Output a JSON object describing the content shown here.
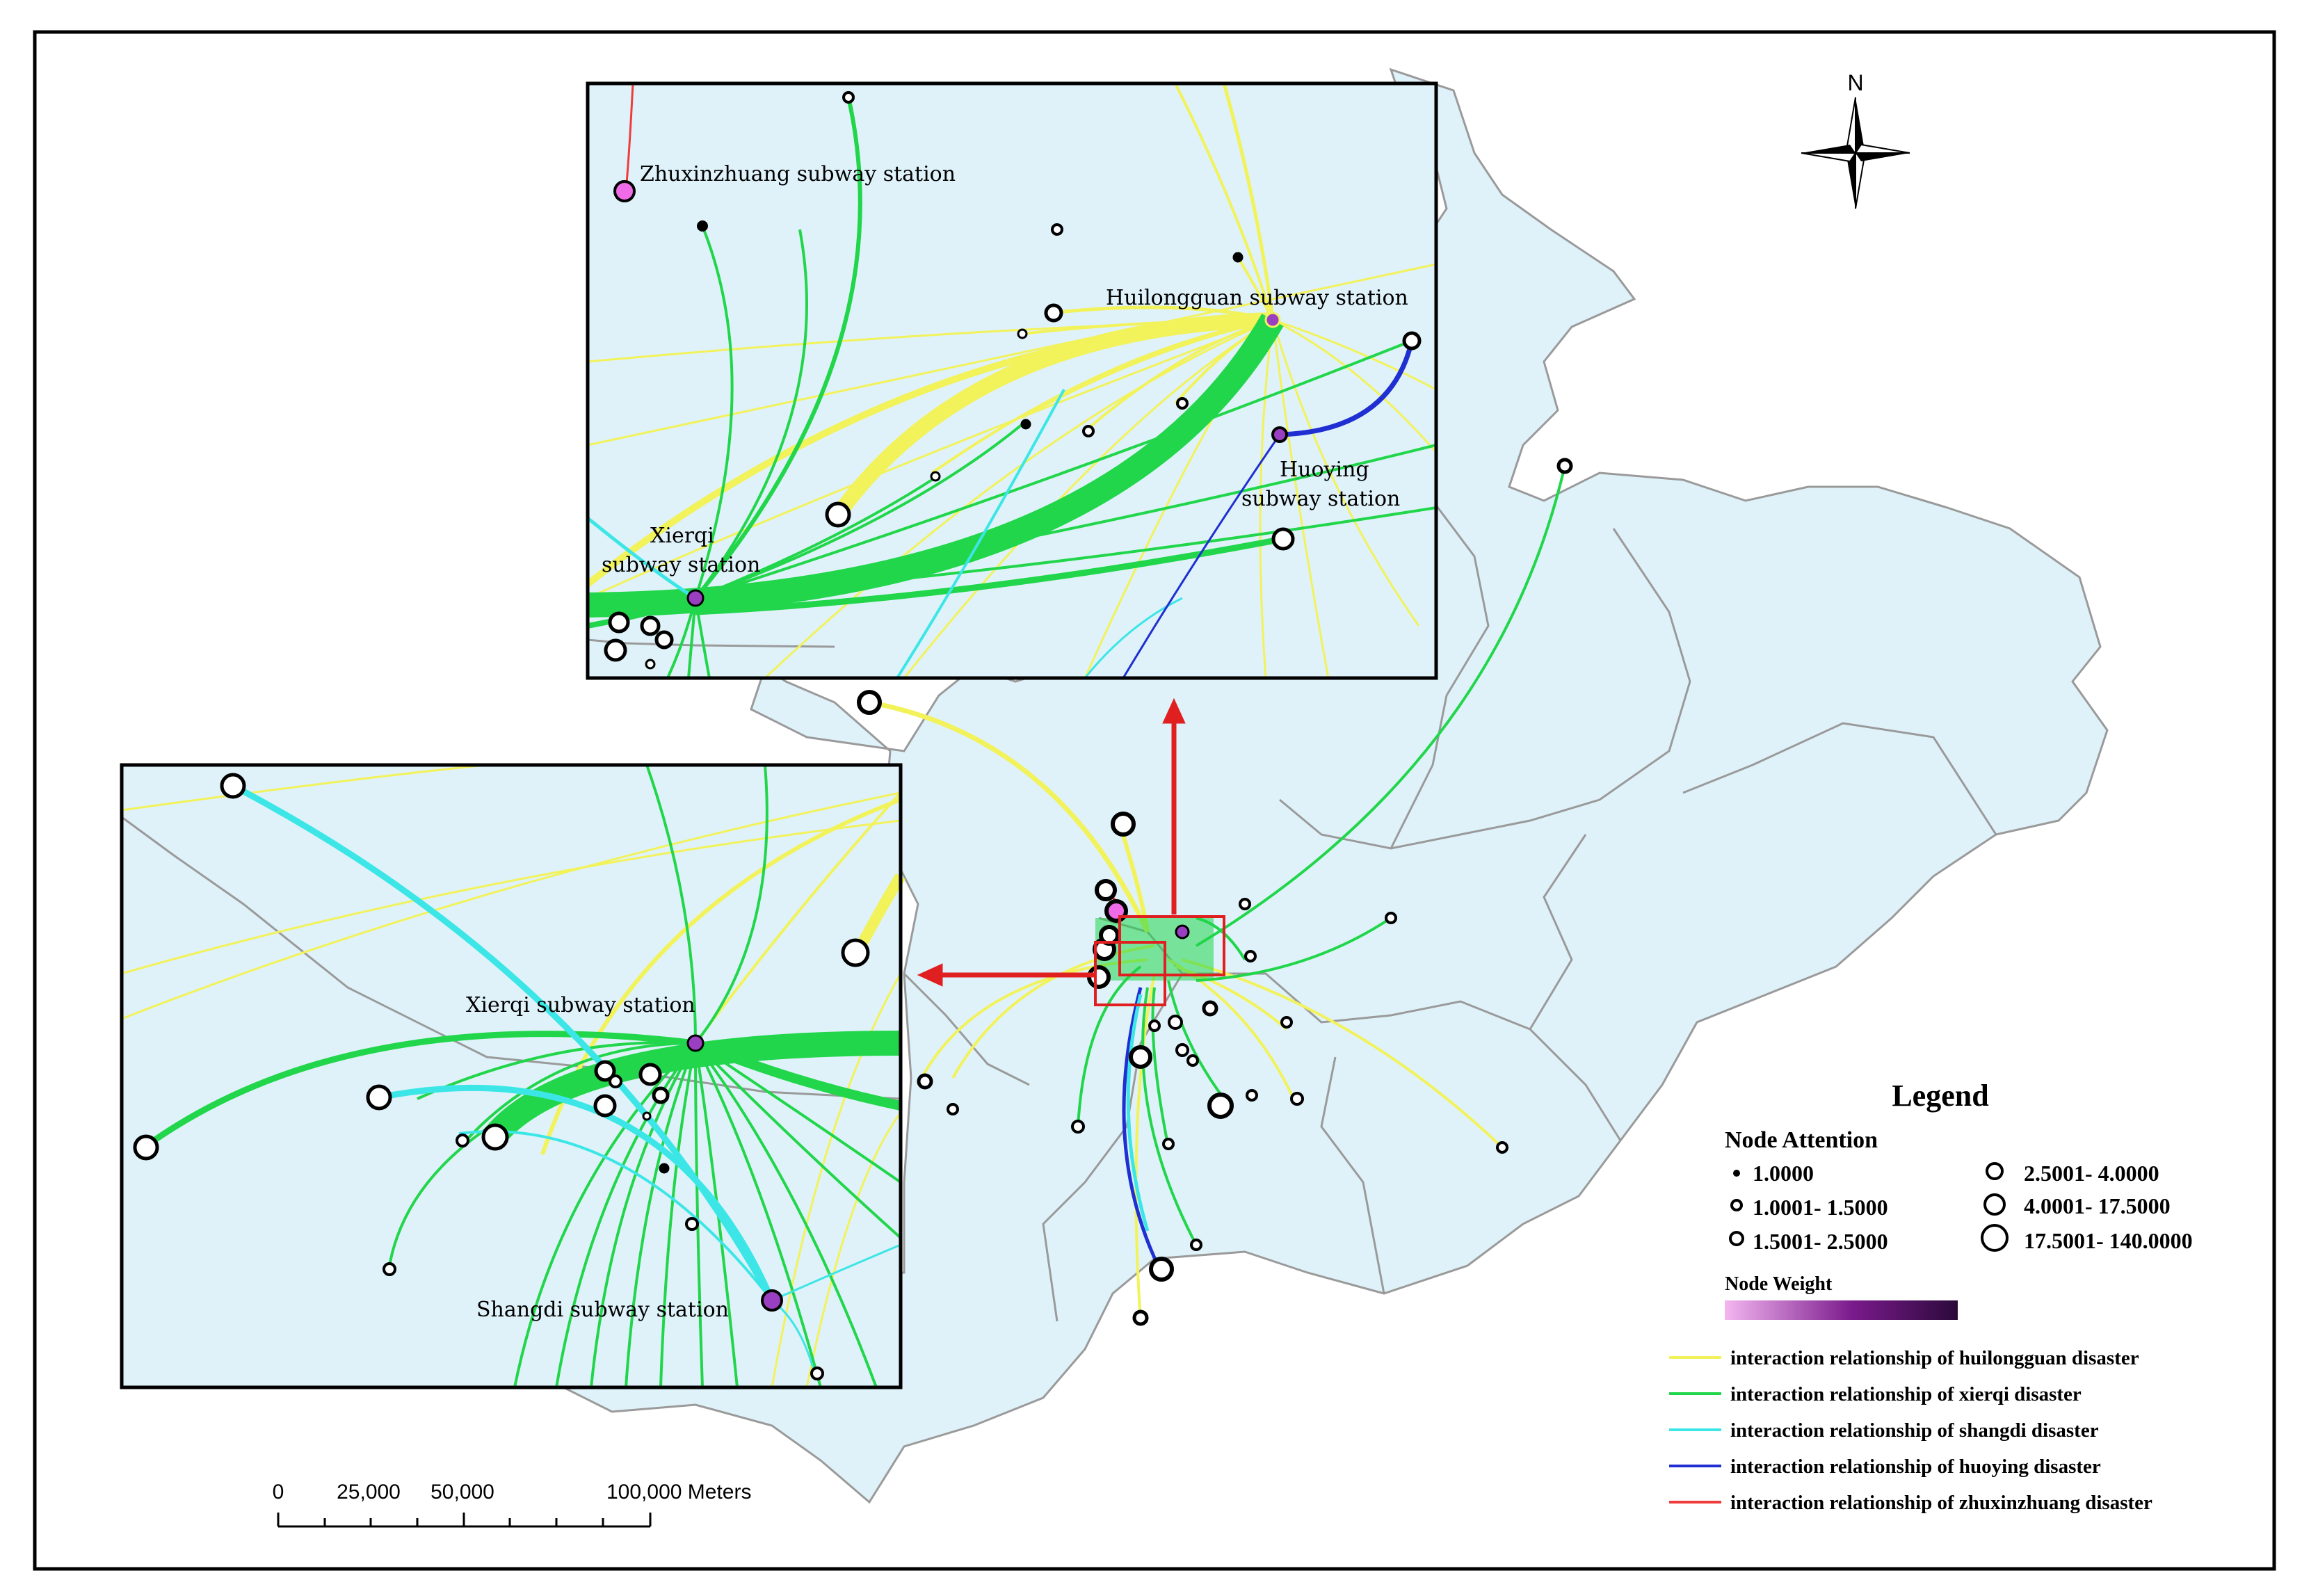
{
  "map": {
    "north_label": "N",
    "inset_top_labels": {
      "zhuxinzhuang": "Zhuxinzhuang subway station",
      "huilongguan": "Huilongguan subway station",
      "huoying_1": "Huoying",
      "huoying_2": "subway station",
      "xierqi_1": "Xierqi",
      "xierqi_2": "subway station"
    },
    "inset_left_labels": {
      "xierqi": "Xierqi subway station",
      "shangdi": "Shangdi subway station"
    }
  },
  "legend": {
    "title": "Legend",
    "attention_title": "Node Attention",
    "attention_classes": [
      "1.0000",
      "1.0001- 1.5000",
      "1.5001- 2.5000",
      "2.5001- 4.0000",
      "4.0001- 17.5000",
      "17.5001- 140.0000"
    ],
    "weight_title": "Node Weight",
    "weight_colors": [
      "#f3b6f0",
      "#7a1a8c",
      "#2b0a3a"
    ],
    "relations": [
      {
        "label": "interaction relationship of huilongguan disaster",
        "color": "#f2f25a"
      },
      {
        "label": "interaction relationship of xierqi disaster",
        "color": "#21d64a"
      },
      {
        "label": "interaction relationship of shangdi disaster",
        "color": "#3de6e6"
      },
      {
        "label": "interaction relationship of huoying disaster",
        "color": "#1f2fd1"
      },
      {
        "label": "interaction relationship of zhuxinzhuang disaster",
        "color": "#f03c3c"
      }
    ]
  },
  "scale_bar": {
    "ticks": [
      "0",
      "25,000",
      "50,000",
      "100,000 Meters"
    ]
  },
  "colors": {
    "land": "#dff2fa",
    "inset_bg": "#dff2fa",
    "border": "#8c8c8c",
    "highlight": "#e02020"
  }
}
